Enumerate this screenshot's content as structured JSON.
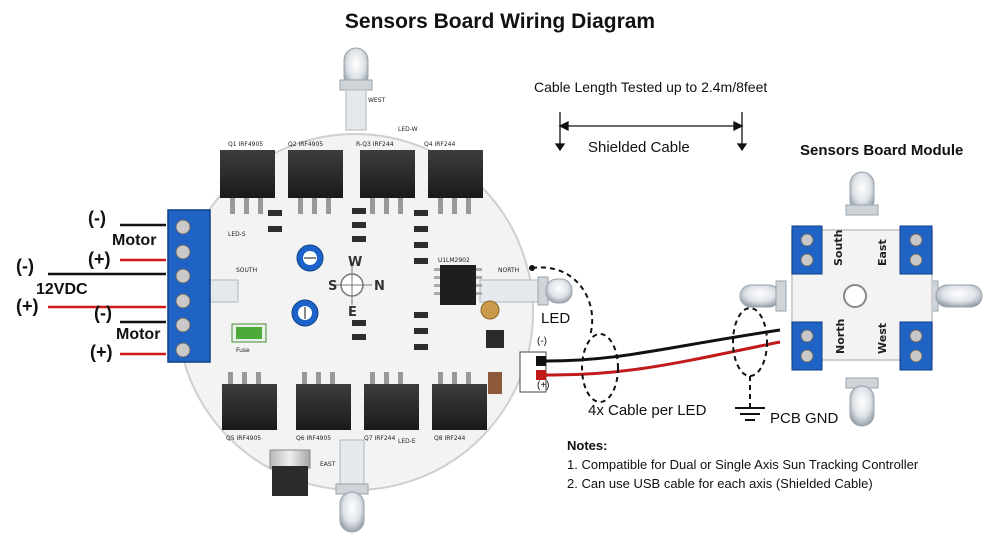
{
  "title": "Sensors Board Wiring Diagram",
  "cable_length": "Cable Length Tested up to 2.4m/8feet",
  "shielded_cable": "Shielded Cable",
  "module_title": "Sensors Board Module",
  "led_label": "LED",
  "cable_per_led": "4x Cable per LED",
  "pcb_gnd": "PCB GND",
  "led_minus": "(-)",
  "led_plus": "(+)",
  "left_wiring": {
    "motor1_minus": "(-)",
    "motor1_label": "Motor",
    "motor1_plus": "(+)",
    "supply_minus": "(-)",
    "supply_label": "12VDC",
    "supply_plus": "(+)",
    "motor2_minus": "(-)",
    "motor2_label": "Motor",
    "motor2_plus": "(+)"
  },
  "notes": {
    "heading": "Notes:",
    "items": [
      "1. Compatible for Dual or Single Axis Sun Tracking Controller",
      "2. Can use USB cable for each axis (Shielded Cable)"
    ]
  },
  "pcb_labels": {
    "q1": "Q1  IRF4905",
    "q2": "Q2  IRF4905",
    "q3": "R-Q3  IRF244",
    "q4": "Q4  IRF244",
    "q5": "Q5  IRF4905",
    "q6": "Q6  IRF4905",
    "q7": "Q7  IRF244",
    "q8": "Q8  IRF244",
    "west": "WEST",
    "east": "EAST",
    "south": "SOUTH",
    "north": "NORTH",
    "led_w": "LED-W",
    "led_e": "LED-E",
    "led_s": "LED-S",
    "u1": "U1",
    "lm": "LM2902",
    "fuse": "Fuse",
    "compass_n": "N",
    "compass_s": "S",
    "compass_e": "E",
    "compass_w": "W"
  },
  "module_labels": {
    "south": "South",
    "east": "East",
    "north": "North",
    "west": "West"
  },
  "colors": {
    "board": "#f4f4f4",
    "terminal_blue": "#1f63c4",
    "mosfet": "#2a2a2a",
    "wire_red": "#d01919",
    "wire_black": "#111111"
  }
}
